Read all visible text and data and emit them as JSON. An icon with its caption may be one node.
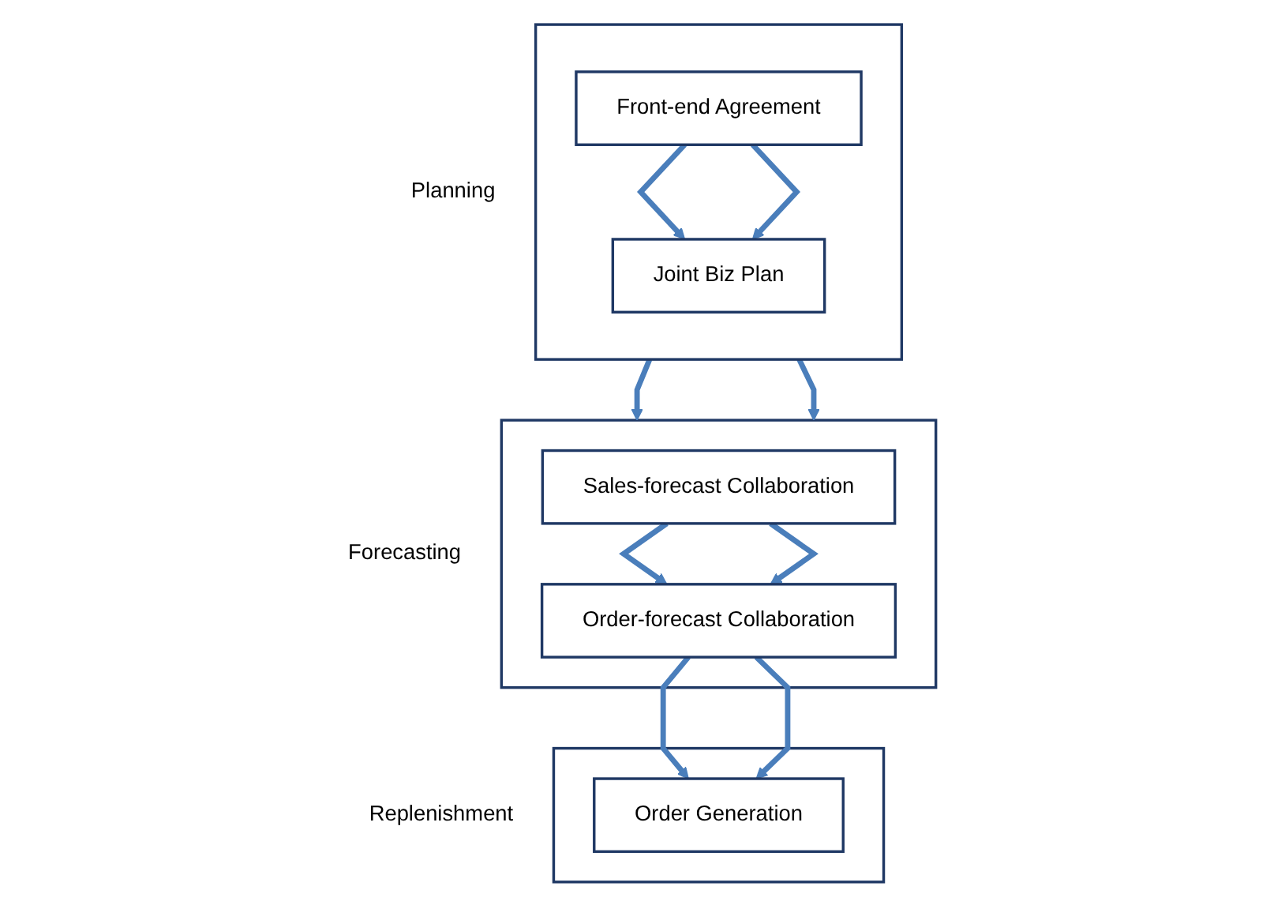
{
  "diagram": {
    "nodes": [
      {
        "text": [
          "Planning"
        ]
      },
      {
        "text": [
          "Front-end Agreement"
        ],
        "in": 0
      },
      {
        "text": [
          "Joint Biz Plan"
        ],
        "in": 0
      },
      {
        "text": [
          "Forecasting"
        ]
      },
      {
        "text": [
          "Sales-forecast Collaboration"
        ],
        "in": 3
      },
      {
        "text": [
          "Order-forecast Collaboration"
        ],
        "in": 3
      },
      {
        "text": [
          "Replenishment"
        ]
      },
      {
        "text": [
          "Order Generation"
        ],
        "in": 6
      }
    ],
    "edges": [
      {
        "from": 1,
        "to": 2,
        "arrow": "to"
      },
      {
        "from": 1,
        "to": 2,
        "arrow": "to"
      },
      {
        "from": 0,
        "to": 3,
        "arrow": "to"
      },
      {
        "from": 0,
        "to": 3,
        "arrow": "to"
      },
      {
        "from": 4,
        "to": 5,
        "arrow": "to"
      },
      {
        "from": 4,
        "to": 5,
        "arrow": "to"
      },
      {
        "from": 5,
        "to": 7,
        "arrow": "to"
      },
      {
        "from": 5,
        "to": 7,
        "arrow": "to"
      }
    ]
  }
}
